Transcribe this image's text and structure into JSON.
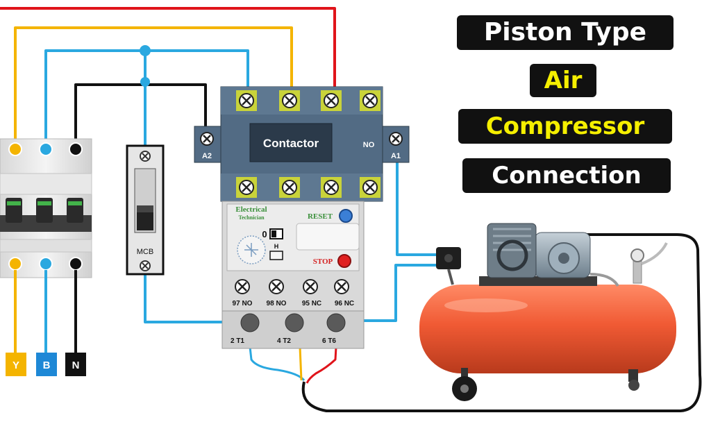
{
  "title": {
    "line1": "Piston Type",
    "line2": "Air",
    "line3": "Compressor",
    "line4": "Connection"
  },
  "supply_labels": {
    "y": "Y",
    "b": "B",
    "n": "N"
  },
  "contactor": {
    "label": "Contactor",
    "coil_a1": "A1",
    "coil_a2": "A2",
    "no_label": "NO"
  },
  "mcb": {
    "label": "MCB"
  },
  "overload_relay": {
    "brand_line1": "Electrical",
    "brand_line2": "Technician",
    "reset_label": "RESET",
    "stop_label": "STOP",
    "dial_zero": "0",
    "dial_h": "H",
    "aux_labels": [
      "97 NO",
      "98 NO",
      "95 NC",
      "96 NC"
    ],
    "output_labels": [
      "2 T1",
      "4 T2",
      "6 T6"
    ]
  },
  "colors": {
    "red_wire": "#e0141b",
    "yellow_wire": "#f4b400",
    "blue_wire": "#2aa8e0",
    "black_wire": "#111111",
    "contactor_body": "#526b84",
    "relay_body": "#d9d9d9",
    "tank": "#f05a34",
    "label_yellow_bg": "#f4b400",
    "label_blue_bg": "#1e88d6",
    "label_black_bg": "#111111"
  }
}
